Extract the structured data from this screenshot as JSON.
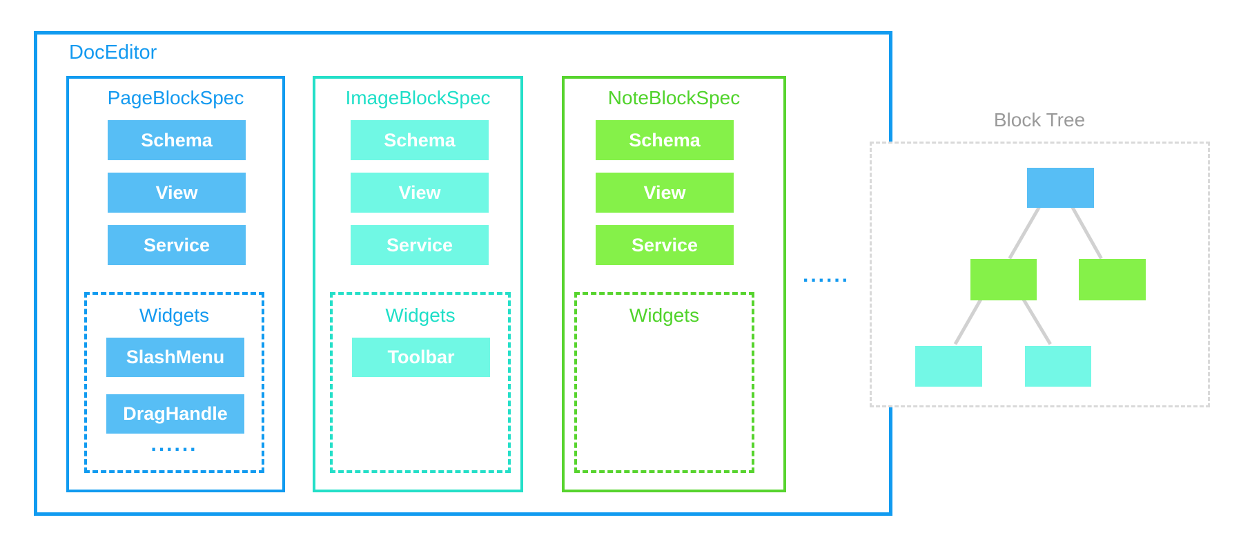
{
  "diagram": {
    "title": "DocEditor",
    "more_specs_ellipsis": "......",
    "columns": [
      {
        "title": "PageBlockSpec",
        "accent_border": "#119bf0",
        "fill": "#57bef5",
        "buttons": [
          "Schema",
          "View",
          "Service"
        ],
        "widgets": {
          "title": "Widgets",
          "buttons": [
            "SlashMenu",
            "DragHandle"
          ],
          "ellipsis": "......"
        }
      },
      {
        "title": "ImageBlockSpec",
        "accent_border": "#24dfc8",
        "fill": "#70f8e4",
        "buttons": [
          "Schema",
          "View",
          "Service"
        ],
        "widgets": {
          "title": "Widgets",
          "buttons": [
            "Toolbar"
          ]
        }
      },
      {
        "title": "NoteBlockSpec",
        "accent_border": "#57d42e",
        "fill": "#85f149",
        "buttons": [
          "Schema",
          "View",
          "Service"
        ],
        "widgets": {
          "title": "Widgets",
          "buttons": []
        }
      }
    ],
    "block_tree": {
      "title": "Block Tree",
      "nodes": [
        {
          "id": "root",
          "spec": "PageBlockSpec",
          "color": "#57bef5"
        },
        {
          "id": "child-1",
          "spec": "NoteBlockSpec",
          "color": "#85f149"
        },
        {
          "id": "child-2",
          "spec": "NoteBlockSpec",
          "color": "#85f149"
        },
        {
          "id": "grandchild-1",
          "spec": "ImageBlockSpec",
          "color": "#73f8e6"
        },
        {
          "id": "grandchild-2",
          "spec": "ImageBlockSpec",
          "color": "#73f8e6"
        }
      ],
      "edges": [
        [
          "root",
          "child-1"
        ],
        [
          "root",
          "child-2"
        ],
        [
          "child-1",
          "grandchild-1"
        ],
        [
          "child-1",
          "grandchild-2"
        ]
      ],
      "connector_color": "#d1d1d1",
      "dashed_border_color": "#d9d9d9"
    }
  }
}
